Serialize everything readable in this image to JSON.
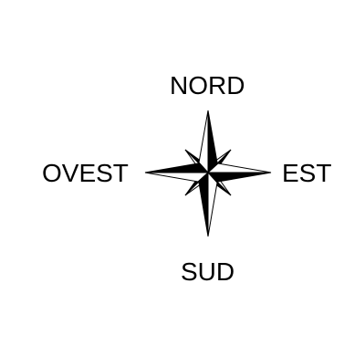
{
  "compass": {
    "north_label": "NORD",
    "south_label": "SUD",
    "west_label": "OVEST",
    "east_label": "EST",
    "ink_color": "#000000",
    "paper_color": "#ffffff"
  }
}
